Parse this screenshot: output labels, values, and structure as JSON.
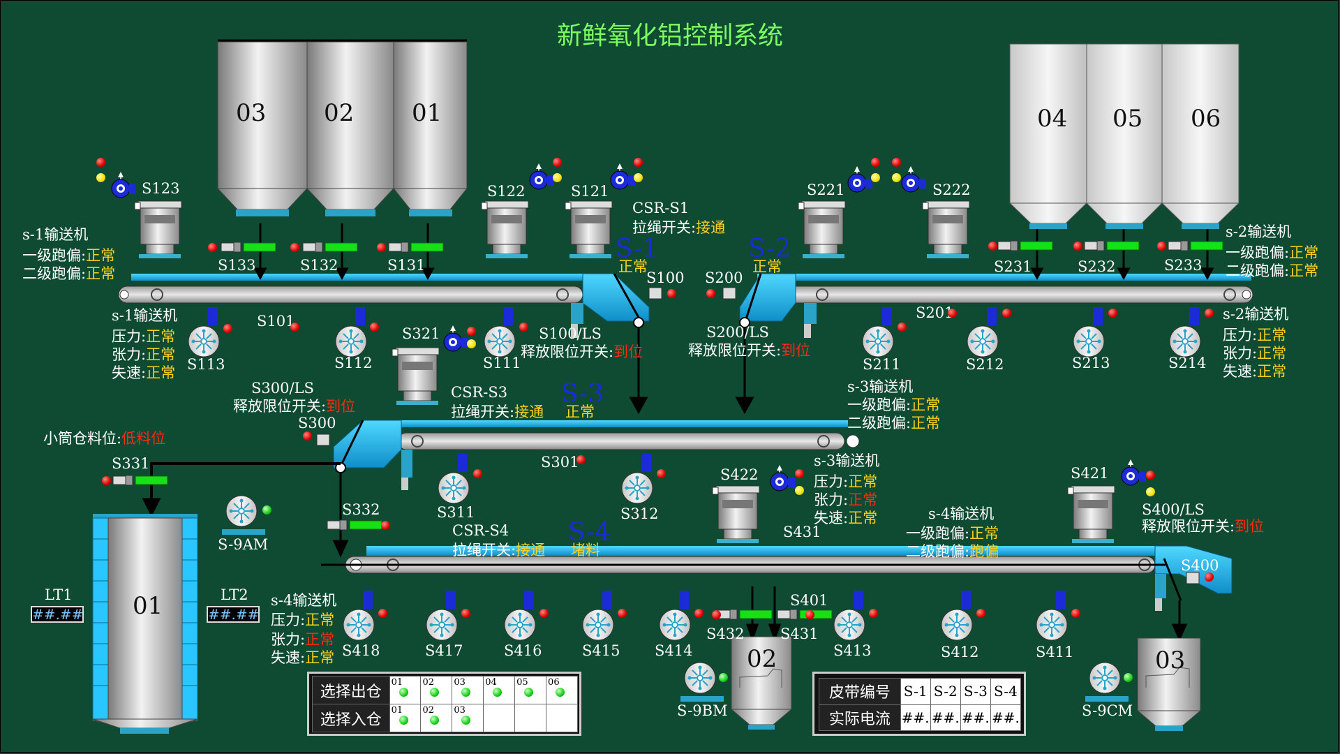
{
  "title": "新鲜氧化铝控制系统",
  "silos_top_left": [
    "03",
    "02",
    "01"
  ],
  "silos_top_right": [
    "04",
    "05",
    "06"
  ],
  "tanks_bottom": {
    "t01": "01",
    "t02": "02",
    "t03": "03"
  },
  "conveyors": {
    "s1": "S-1",
    "s2": "S-2",
    "s3": "S-3",
    "s4": "S-4"
  },
  "equipment": {
    "S123": "S123",
    "S122": "S122",
    "S121": "S121",
    "S221": "S221",
    "S222": "S222",
    "S133": "S133",
    "S132": "S132",
    "S131": "S131",
    "S231": "S231",
    "S232": "S232",
    "S233": "S233",
    "S100": "S100",
    "S200": "S200",
    "S101": "S101",
    "S201": "S201",
    "S113": "S113",
    "S112": "S112",
    "S111": "S111",
    "S211": "S211",
    "S212": "S212",
    "S213": "S213",
    "S214": "S214",
    "S321": "S321",
    "S300": "S300",
    "S301": "S301",
    "S311": "S311",
    "S312": "S312",
    "S331": "S331",
    "S332": "S332",
    "S422": "S422",
    "S421": "S421",
    "S431": "S431",
    "S431b": "S431",
    "S432": "S432",
    "S401": "S401",
    "S400": "S400",
    "S418": "S418",
    "S417": "S417",
    "S416": "S416",
    "S415": "S415",
    "S414": "S414",
    "S413": "S413",
    "S412": "S412",
    "S411": "S411",
    "S9AM": "S-9AM",
    "S9BM": "S-9BM",
    "S9CM": "S-9CM"
  },
  "labels": {
    "s1_conveyor": "s-1输送机",
    "s2_conveyor": "s-2输送机",
    "s3_conveyor": "s-3输送机",
    "s4_conveyor": "s-4输送机",
    "dev1": "一级跑偏:",
    "dev2": "二级跑偏:",
    "pressure": "压力:",
    "tension": "张力:",
    "speed": "失速:",
    "normal": "正常",
    "csr_s1": "CSR-S1",
    "csr_s3": "CSR-S3",
    "csr_s4": "CSR-S4",
    "rope_switch": "拉绳开关:",
    "connected": "接通",
    "blocked": "堵料",
    "s100ls": "S100/LS",
    "s200ls": "S200/LS",
    "s300ls": "S300/LS",
    "s400ls": "S400/LS",
    "release_limit": "释放限位开关:",
    "in_place": "到位",
    "small_bin_level": "小筒仓料位:",
    "low_level": "低料位",
    "lt1": "LT1",
    "lt2": "LT2",
    "lt_value": "##.##",
    "deviation": "跑偏"
  },
  "panel_left": {
    "out_label": "选择出仓",
    "in_label": "选择入仓",
    "out_items": [
      "01",
      "02",
      "03",
      "04",
      "05",
      "06"
    ],
    "in_items": [
      "01",
      "02",
      "03"
    ]
  },
  "panel_right": {
    "belt_label": "皮带编号",
    "current_label": "实际电流",
    "belts": [
      "S-1",
      "S-2",
      "S-3",
      "S-4"
    ],
    "values": [
      "##.",
      "##.",
      "##.",
      "##."
    ]
  },
  "colors": {
    "background": "#0f4a33",
    "conveyor": "#29b6f6",
    "title": "#7dff60",
    "status_normal": "#ffd21e",
    "status_alarm": "#ff2a10"
  }
}
